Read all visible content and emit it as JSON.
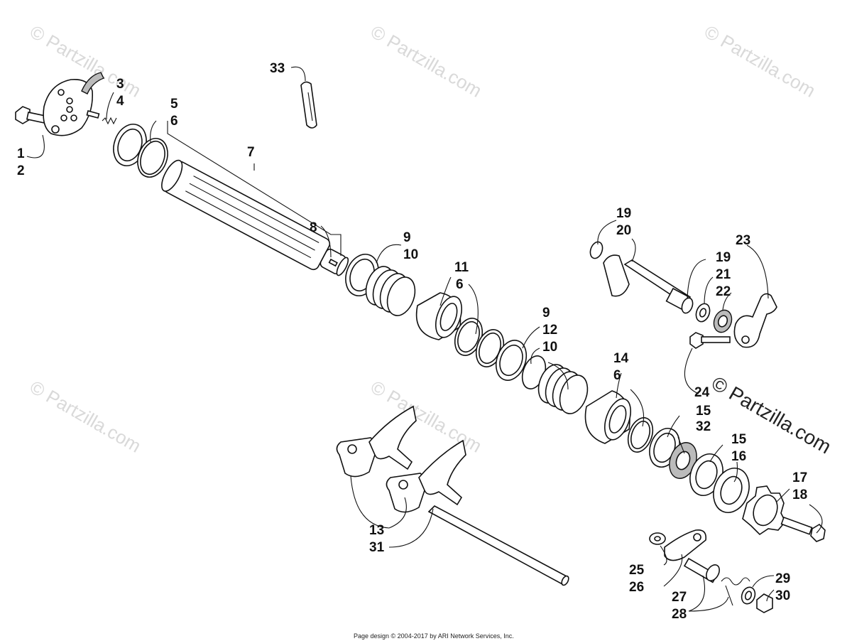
{
  "diagram": {
    "callouts": [
      "1",
      "2",
      "3",
      "4",
      "5",
      "6",
      "7",
      "8",
      "9",
      "10",
      "11",
      "6",
      "9",
      "12",
      "10",
      "14",
      "6",
      "13",
      "31",
      "19",
      "20",
      "23",
      "19",
      "21",
      "22",
      "24",
      "15",
      "32",
      "15",
      "16",
      "17",
      "18",
      "25",
      "26",
      "27",
      "28",
      "29",
      "30",
      "33"
    ],
    "watermarks": [
      "© Partzilla.com",
      "© Partzilla.com",
      "© Partzilla.com",
      "© Partzilla.com",
      "© Partzilla.com"
    ],
    "brand_watermark": "© Partzilla.com",
    "footer": "Page design © 2004-2017 by ARI Network Services, Inc."
  }
}
